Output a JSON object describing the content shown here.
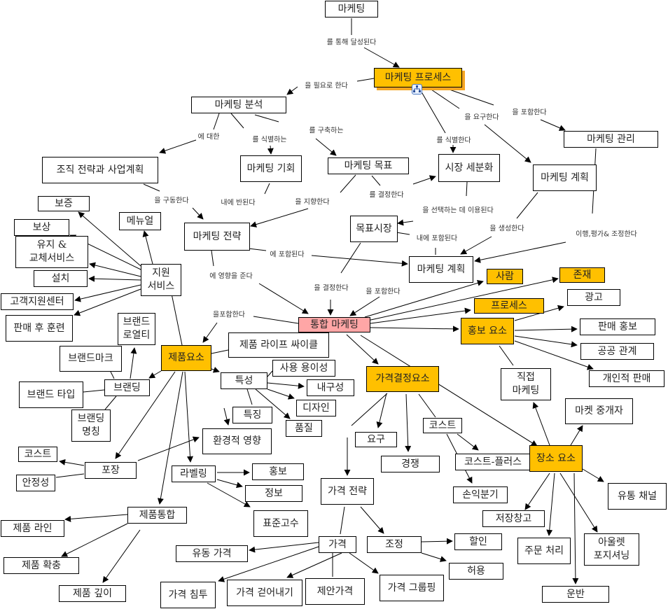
{
  "colors": {
    "highlight": "#FFC000",
    "integrated": "#FFA6A6",
    "line": "#000000"
  },
  "nodes": [
    {
      "label": "마케팅"
    },
    {
      "label": "마케팅 프로세스"
    },
    {
      "label": "마케팅 분석"
    },
    {
      "label": "조직 전략과 사업계획"
    },
    {
      "label": "마케팅 기회"
    },
    {
      "label": "마케팅 목표"
    },
    {
      "label": "시장 세분화"
    },
    {
      "label": "마케팅 계획"
    },
    {
      "label": "마케팅 관리"
    },
    {
      "label": "보증"
    },
    {
      "label": "메뉴얼"
    },
    {
      "label": "마케팅 전략"
    },
    {
      "label": "목표시장"
    },
    {
      "label": "보상"
    },
    {
      "label": "유지 &\n교체서비스"
    },
    {
      "label": "설치"
    },
    {
      "label": "지원\n서비스"
    },
    {
      "label": "고객지원센터"
    },
    {
      "label": "판매 후 훈련"
    },
    {
      "label": "마케팅 계획"
    },
    {
      "label": "사람"
    },
    {
      "label": "존재"
    },
    {
      "label": "광고"
    },
    {
      "label": "통합 마케팅"
    },
    {
      "label": "프로세스"
    },
    {
      "label": "홍보 요소"
    },
    {
      "label": "판매 홍보"
    },
    {
      "label": "공공 관계"
    },
    {
      "label": "개인적 판매"
    },
    {
      "label": "브랜드\n로열티"
    },
    {
      "label": "제품요소"
    },
    {
      "label": "제품 라이프 싸이클"
    },
    {
      "label": "브랜드마크"
    },
    {
      "label": "사용 용이성"
    },
    {
      "label": "특성"
    },
    {
      "label": "내구성"
    },
    {
      "label": "브랜딩"
    },
    {
      "label": "브랜드 타입"
    },
    {
      "label": "디자인"
    },
    {
      "label": "특징"
    },
    {
      "label": "품질"
    },
    {
      "label": "브랜딩\n명칭"
    },
    {
      "label": "환경적 영향"
    },
    {
      "label": "코스트"
    },
    {
      "label": "포장"
    },
    {
      "label": "안정성"
    },
    {
      "label": "라벨링"
    },
    {
      "label": "홍보"
    },
    {
      "label": "정보"
    },
    {
      "label": "표준고수"
    },
    {
      "label": "제품통합"
    },
    {
      "label": "제품 라인"
    },
    {
      "label": "제품 확충"
    },
    {
      "label": "제품 깊이"
    },
    {
      "label": "유동 가격"
    },
    {
      "label": "가격 침투"
    },
    {
      "label": "가격 걷어내기"
    },
    {
      "label": "제안가격"
    },
    {
      "label": "가격 그룹핑"
    },
    {
      "label": "가격결정요소"
    },
    {
      "label": "요구"
    },
    {
      "label": "경쟁"
    },
    {
      "label": "코스트"
    },
    {
      "label": "코스트-플러스"
    },
    {
      "label": "손익분기"
    },
    {
      "label": "가격 전략"
    },
    {
      "label": "가격"
    },
    {
      "label": "조정"
    },
    {
      "label": "할인"
    },
    {
      "label": "허용"
    },
    {
      "label": "직접\n마케팅"
    },
    {
      "label": "마켓 중개자"
    },
    {
      "label": "장소 요소"
    },
    {
      "label": "유통 채널"
    },
    {
      "label": "저장창고"
    },
    {
      "label": "주문 처리"
    },
    {
      "label": "아울렛\n포지셔닝"
    },
    {
      "label": "운반"
    }
  ],
  "links": [
    {
      "label": "를 통해 달성된다"
    },
    {
      "label": "을 필요로 한다"
    },
    {
      "label": "에 대한"
    },
    {
      "label": "를 식별하는"
    },
    {
      "label": "를 구축하는"
    },
    {
      "label": "를 식별한다"
    },
    {
      "label": "을 요구한다"
    },
    {
      "label": "을 포함한다"
    },
    {
      "label": "을 구동한다"
    },
    {
      "label": "내에 반된다"
    },
    {
      "label": "을 지향한다"
    },
    {
      "label": "를 결정한다"
    },
    {
      "label": "을 선택하는 데 이용된다"
    },
    {
      "label": "내에 포함된다"
    },
    {
      "label": "을 생성한다"
    },
    {
      "label": "이행,평가& 조정한다"
    },
    {
      "label": "에 포함된다"
    },
    {
      "label": "에 영향을 준다"
    },
    {
      "label": "을 결정한다"
    },
    {
      "label": "을 포함한다"
    },
    {
      "label": "을포함한다"
    }
  ]
}
